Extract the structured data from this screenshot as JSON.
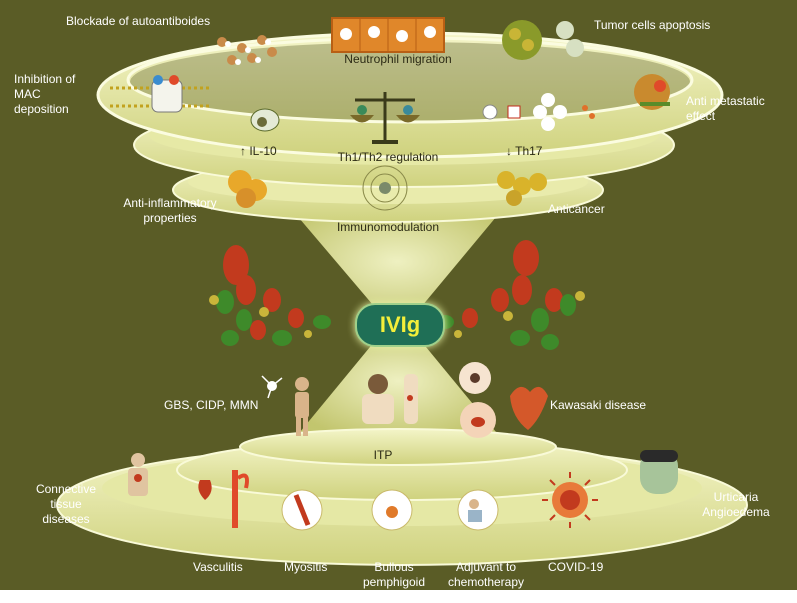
{
  "colors": {
    "background": "#5a5c26",
    "ring": "#eef0b4",
    "ring_shade": "#c9cc78",
    "center": "#1f6f56",
    "center_text": "#f4ef3a",
    "red": "#c23a1e",
    "green": "#3e8a2a"
  },
  "center_label": "IVIg",
  "top": {
    "blockade": "Blockade of autoantiboides",
    "neutrophil": "Neutrophil migration",
    "tumor": "Tumor cells apoptosis",
    "mac": "Inhibition of\nMAC\ndeposition",
    "anti_metastatic": "Anti metastatic\neffect",
    "il10": "↑ IL-10",
    "th1th2": "Th1/Th2 regulation",
    "th17": "↓ Th17",
    "anti_inflammatory": "Anti-inflammatory\nproperties",
    "anticancer": "Anticancer",
    "immunomodulation": "Immunomodulation"
  },
  "bottom": {
    "gbs": "GBS, CIDP, MMN",
    "kawasaki": "Kawasaki disease",
    "itp": "ITP",
    "connective": "Connective\ntissue\ndiseases",
    "urticaria": "Urticaria\nAngioedema",
    "vasculitis": "Vasculitis",
    "myositis": "Myositis",
    "bullous": "Bullous\npemphigoid",
    "adjuvant": "Adjuvant to\nchemotherapy",
    "covid": "COVID-19"
  }
}
